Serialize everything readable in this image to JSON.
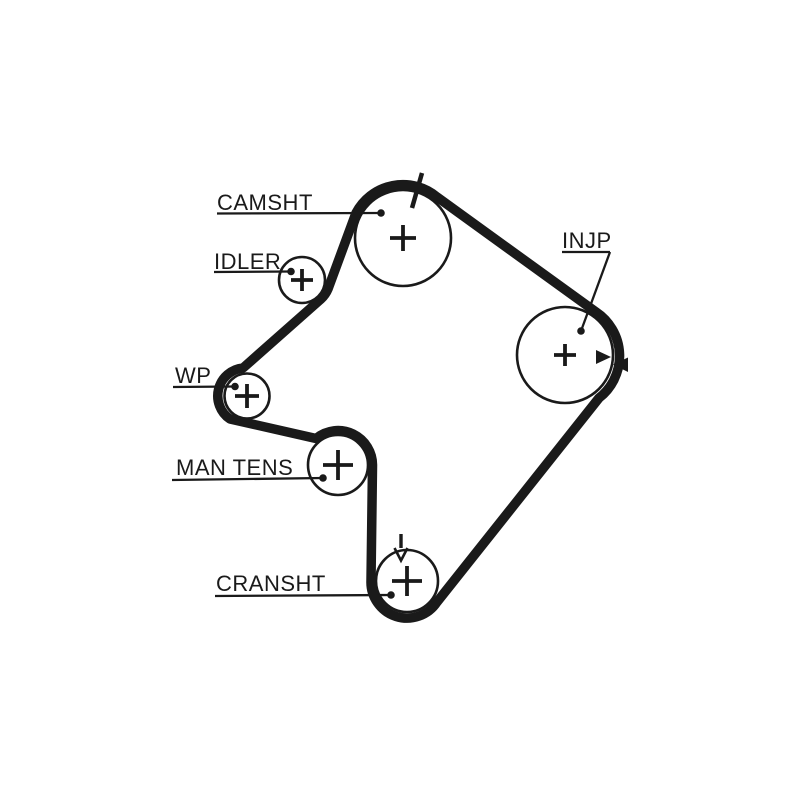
{
  "diagram": {
    "kind": "timing-belt-routing",
    "background_color": "#ffffff",
    "line_color": "#1a1a1a",
    "labels": {
      "camshaft": "CAMSHT",
      "idler": "IDLER",
      "water_pump": "WP",
      "manual_tensioner": "MAN TENS",
      "crankshaft": "CRANSHT",
      "injection_pump": "INJP"
    }
  }
}
